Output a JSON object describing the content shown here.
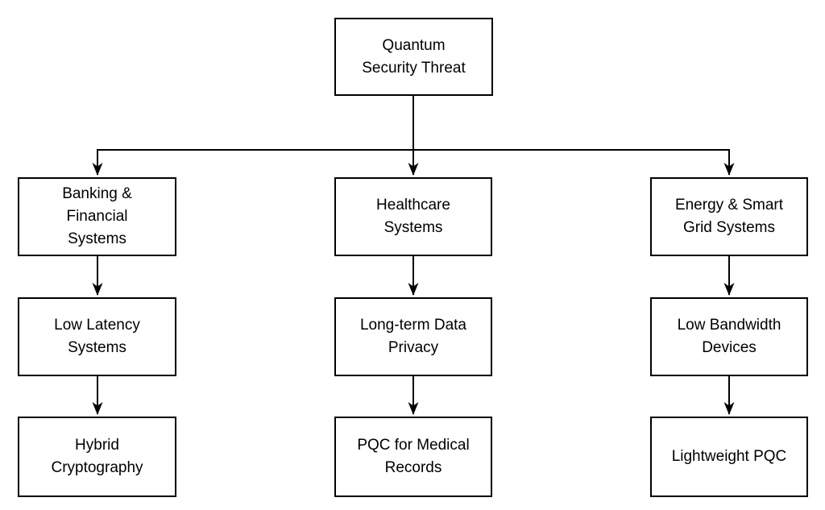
{
  "diagram": {
    "type": "flowchart",
    "title": "Quantum Security Threat",
    "colors": {
      "background": "#ffffff",
      "box_fill": "#ffffff",
      "box_border": "#000000",
      "connector": "#000000",
      "text": "#000000"
    },
    "nodes": {
      "root": {
        "label": "Quantum Security Threat",
        "lines": [
          "Quantum",
          "Security Threat"
        ]
      },
      "banking": {
        "label": "Banking & Financial Systems",
        "lines": [
          "Banking &",
          "Financial",
          "Systems"
        ]
      },
      "healthcare": {
        "label": "Healthcare Systems",
        "lines": [
          "Healthcare",
          "Systems"
        ]
      },
      "energy": {
        "label": "Energy & Smart Grid Systems",
        "lines": [
          "Energy & Smart",
          "Grid Systems"
        ]
      },
      "low_latency": {
        "label": "Low Latency Systems",
        "lines": [
          "Low Latency",
          "Systems"
        ]
      },
      "longterm": {
        "label": "Long-term Data Privacy",
        "lines": [
          "Long-term Data",
          "Privacy"
        ]
      },
      "low_bandwidth": {
        "label": "Low Bandwidth Devices",
        "lines": [
          "Low Bandwidth",
          "Devices"
        ]
      },
      "hybrid": {
        "label": "Hybrid Cryptography",
        "lines": [
          "Hybrid",
          "Cryptography"
        ]
      },
      "pqc_medical": {
        "label": "PQC for Medical Records",
        "lines": [
          "PQC for Medical",
          "Records"
        ]
      },
      "lightweight": {
        "label": "Lightweight PQC",
        "lines": [
          "Lightweight PQC"
        ]
      }
    },
    "edges": [
      {
        "from": "root",
        "to": "banking"
      },
      {
        "from": "root",
        "to": "healthcare"
      },
      {
        "from": "root",
        "to": "energy"
      },
      {
        "from": "banking",
        "to": "low_latency"
      },
      {
        "from": "low_latency",
        "to": "hybrid"
      },
      {
        "from": "healthcare",
        "to": "longterm"
      },
      {
        "from": "longterm",
        "to": "pqc_medical"
      },
      {
        "from": "energy",
        "to": "low_bandwidth"
      },
      {
        "from": "low_bandwidth",
        "to": "lightweight"
      }
    ]
  }
}
